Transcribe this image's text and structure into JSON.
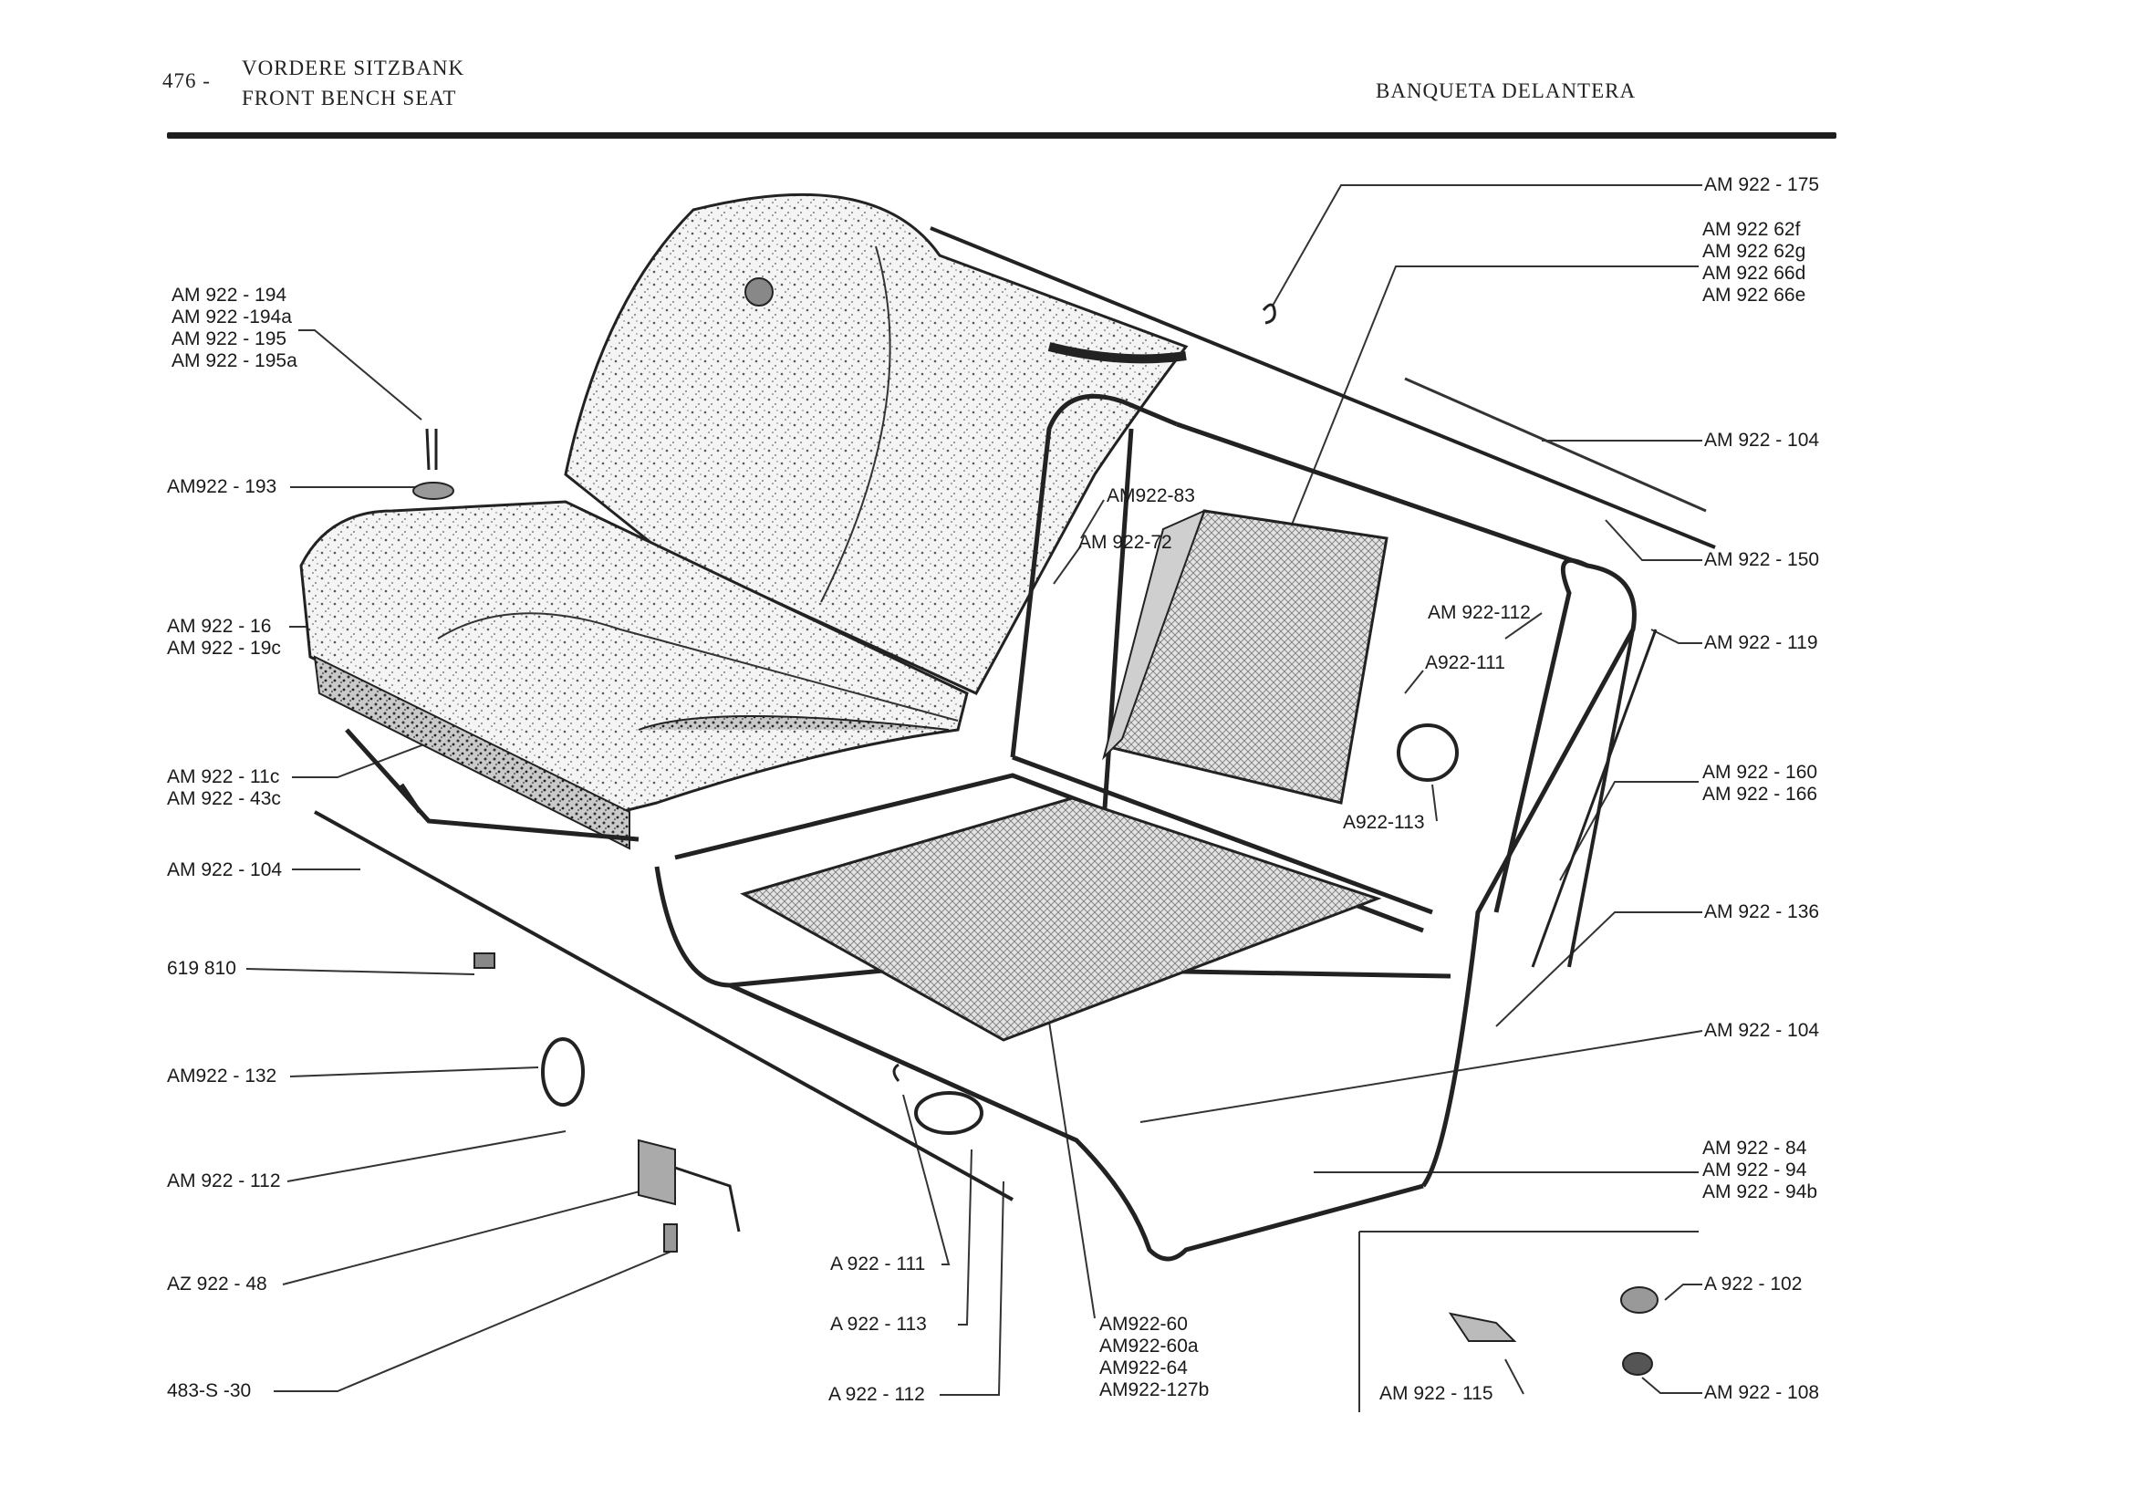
{
  "header": {
    "page_number": "476 -",
    "title_de": "VORDERE SITZBANK",
    "title_en": "FRONT BENCH  SEAT",
    "title_es": "BANQUETA DELANTERA"
  },
  "callouts_left": {
    "headrest_parts": [
      "AM 922 - 194",
      "AM 922 -194a",
      "AM 922 - 195",
      "AM 922 - 195a"
    ],
    "washer": "AM922 - 193",
    "seat_cover": [
      "AM 922 - 16",
      "AM 922 - 19c"
    ],
    "cushion": [
      "AM 922 - 11c",
      "AM 922 - 43c"
    ],
    "rod": "AM 922 - 104",
    "clip": "619 810",
    "ring": "AM922 - 132",
    "hook": "AM 922 - 112",
    "bracket": "AZ 922 - 48",
    "bolt": "483-S -30"
  },
  "callouts_right": {
    "s_hook": "AM 922 - 175",
    "back_panel": [
      "AM 922  62f",
      "AM 922  62g",
      "AM 922  66d",
      "AM 922  66e"
    ],
    "upper_rod": "AM 922 - 104",
    "rail": "AM 922 - 150",
    "long_rod": "AM 922 - 119",
    "side_rods": [
      "AM 922 - 160",
      "AM 922 - 166"
    ],
    "strip": "AM 922 - 136",
    "lower_rod": "AM 922 - 104",
    "frame": [
      "AM 922 - 84",
      "AM 922  -  94",
      "AM 922  -  94b"
    ],
    "knob": "A  922 - 102",
    "cap": "AM 922 - 108",
    "clamp": "AM 922 - 115"
  },
  "callouts_center": {
    "spring_hook_a": "A 922 - 111",
    "grommet_a": "A 922 - 113",
    "spring_hook_b": "A 922 - 112",
    "mesh_panel": [
      "AM922-60",
      "AM922-60a",
      "AM922-64",
      "AM922-127b"
    ],
    "inner_83": "AM922-83",
    "inner_72": "AM 922-72",
    "inner_112": "AM 922-112",
    "inner_111": "A922-111",
    "inner_113": "A922-113"
  }
}
